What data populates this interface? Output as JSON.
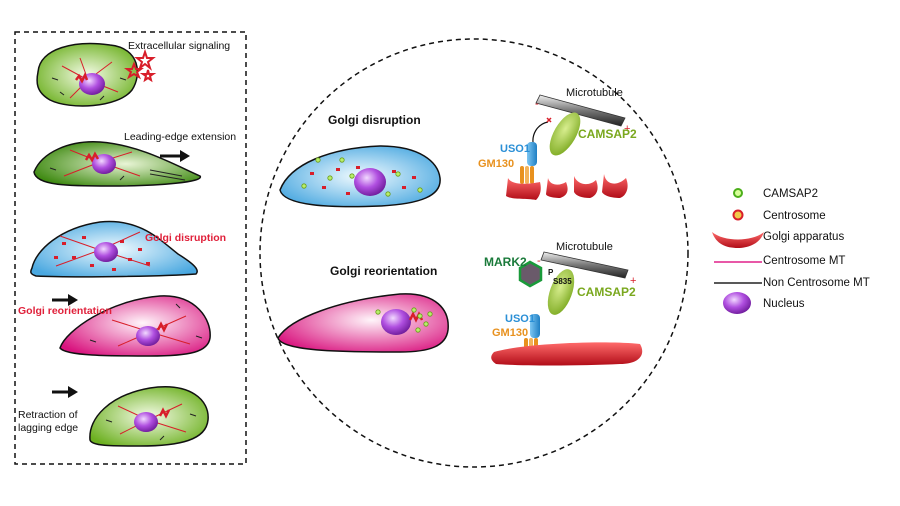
{
  "panel": {
    "extracellular_signaling": "Extracellular signaling",
    "leading_edge_extension": "Leading-edge extension",
    "golgi_disruption": "Golgi disruption",
    "golgi_reorientation": "Golgi reorientation",
    "retraction_line1": "Retraction of",
    "retraction_line2": "lagging edge"
  },
  "circle": {
    "golgi_disruption_title": "Golgi disruption",
    "golgi_reorientation_title": "Golgi reorientation",
    "microtubule": "Microtubule",
    "camsap2": "CAMSAP2",
    "uso1": "USO1",
    "gm130": "GM130",
    "mark2": "MARK2",
    "p": "P",
    "s835": "S835",
    "minus": "-",
    "plus": "+"
  },
  "legend": [
    {
      "label": "CAMSAP2",
      "icon": "camsap2-dot-icon"
    },
    {
      "label": "Centrosome",
      "icon": "centrosome-icon"
    },
    {
      "label": "Golgi apparatus",
      "icon": "golgi-icon"
    },
    {
      "label": "Centrosome MT",
      "icon": "centrosome-mt-icon"
    },
    {
      "label": "Non Centrosome MT",
      "icon": "non-centrosome-mt-icon"
    },
    {
      "label": "Nucleus",
      "icon": "nucleus-icon"
    }
  ],
  "colors": {
    "green_cell": "#7bbf2a",
    "blue_cell": "#5bb6e8",
    "pink_cell": "#e0208a",
    "golgi_red": "#d81e2a",
    "nucleus_purple": "#9b2fc9",
    "camsap_green": "#8dbb2a",
    "uso1_blue": "#2a8fd6",
    "gm130_orange": "#e8911e",
    "mark2_green": "#1a7a3a",
    "label_red": "#e0203a"
  }
}
